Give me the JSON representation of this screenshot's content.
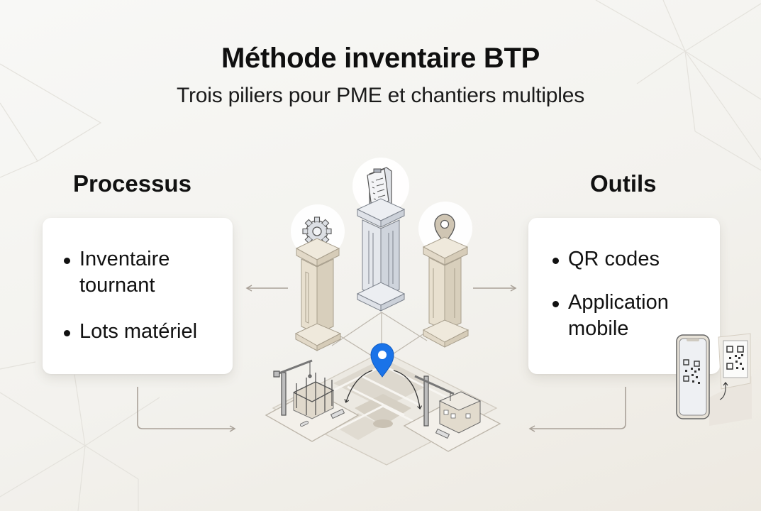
{
  "header": {
    "title": "Méthode inventaire BTP",
    "subtitle": "Trois piliers pour PME et chantiers multiples"
  },
  "sections": {
    "left": {
      "heading": "Processus",
      "items": [
        "Inventaire tournant",
        "Lots matériel"
      ]
    },
    "right": {
      "heading": "Outils",
      "items": [
        "QR codes",
        "Application mobile"
      ]
    }
  },
  "illustration": {
    "pillars": [
      {
        "position": "left",
        "icon": "gear-icon",
        "color": "#e6dfd1"
      },
      {
        "position": "center",
        "icon": "clipboard-checklist-icon",
        "color": "#dfe2e8"
      },
      {
        "position": "right",
        "icon": "location-pin-icon",
        "color": "#e6dfd1"
      }
    ],
    "map_pin_color": "#1a73e8",
    "sites": [
      "construction-site-left",
      "construction-site-right"
    ],
    "devices": [
      "smartphone-qr-scan",
      "qr-code-label"
    ]
  },
  "colors": {
    "background": "#f3f2ee",
    "card": "#ffffff",
    "text": "#111111",
    "arrow": "#a9a198",
    "accent_blue": "#1a73e8"
  }
}
